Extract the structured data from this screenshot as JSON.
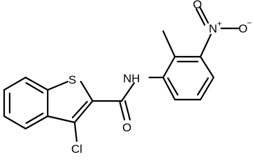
{
  "molecule": {
    "atom_labels": {
      "sulfur": "S",
      "amide_nh": "NH",
      "carbonyl_oxygen": "O",
      "chlorine": "Cl",
      "nitro_nitrogen": "N",
      "nitro_oxygen": "O",
      "nitro_n_charge": "+",
      "nitro_o_charge": "−"
    }
  }
}
